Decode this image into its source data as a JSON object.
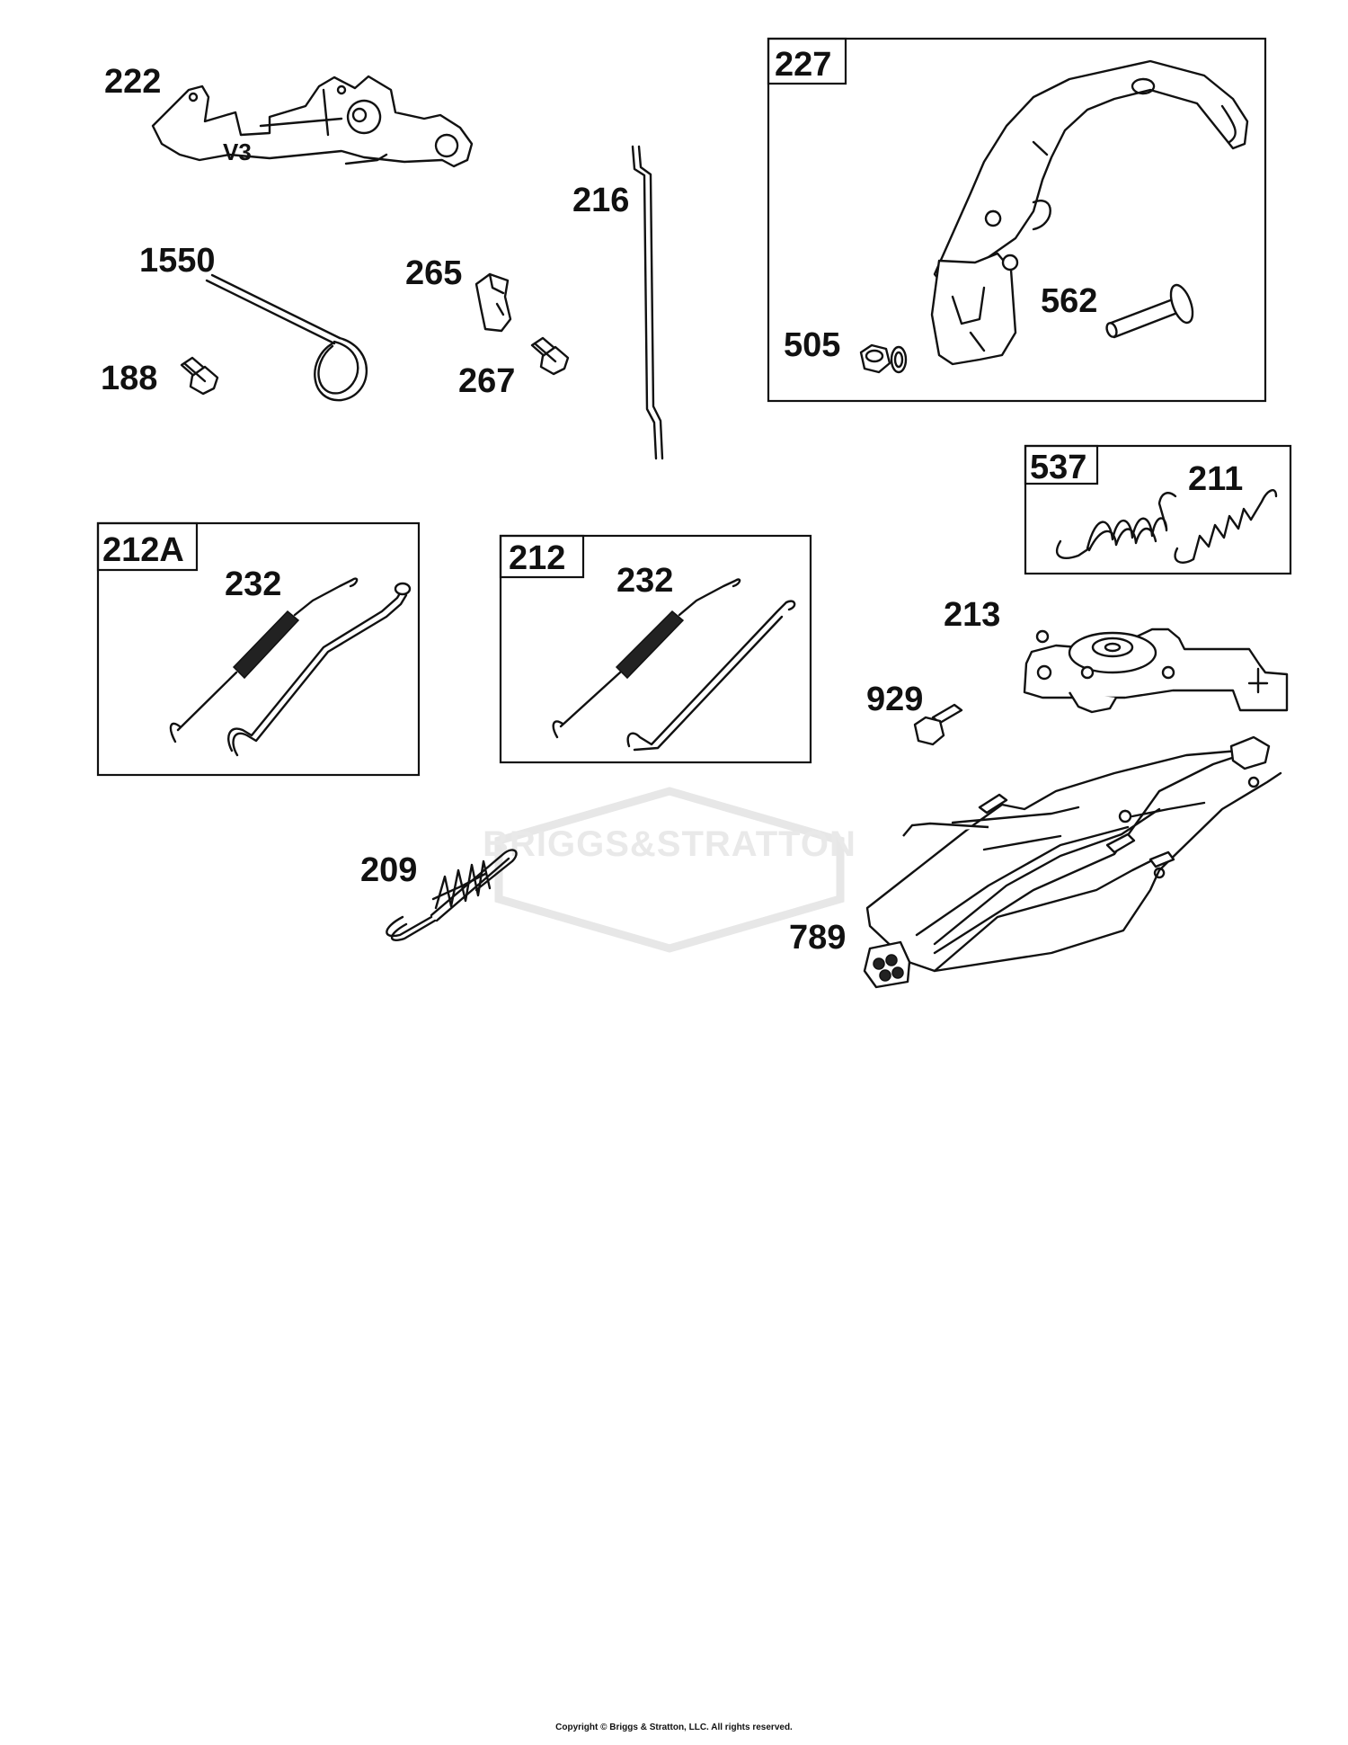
{
  "parts": {
    "p222": "222",
    "v3": "V3",
    "p216": "216",
    "p1550": "1550",
    "p265": "265",
    "p188": "188",
    "p267": "267",
    "p227": "227",
    "p505": "505",
    "p562": "562",
    "p537": "537",
    "p211": "211",
    "p212A": "212A",
    "p232a": "232",
    "p212": "212",
    "p232b": "232",
    "p213": "213",
    "p929": "929",
    "p209": "209",
    "p789": "789"
  },
  "watermark": {
    "brand": "BRIGGS&STRATTON"
  },
  "footer": {
    "copyright": "Copyright © Briggs & Stratton, LLC. All rights reserved."
  }
}
